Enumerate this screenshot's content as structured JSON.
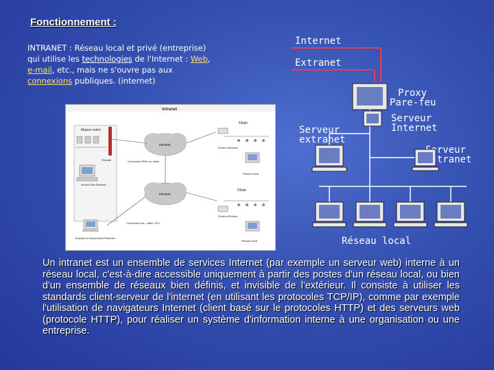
{
  "heading": "Fonctionnement :",
  "intro": {
    "p1": "INTRANET : Réseau local et privé (entreprise) qui utilise les ",
    "l1": "technologies",
    "p2": " de l'Internet : ",
    "l2": "Web",
    "p3": ", ",
    "l3": "e-mail",
    "p4": ", etc., mais ne s'ouvre pas aux ",
    "l4": "connexions",
    "p5": " publiques. (internet)"
  },
  "left_diagram": {
    "title": "Intranet",
    "maison_mere": "Maison mère",
    "firewall": "Firewall",
    "serveur_web": "Serveur Web Windows",
    "intranet_cloud1": "intranet",
    "intranet_cloud2": "intranet",
    "connexion_rnis": "Connexion RNIS ou câble",
    "filiale1": "Filiale",
    "filiale2": "Filiale",
    "routeur1": "Routeur Windows",
    "routeur2": "Routeur Windows",
    "reseau_local1": "Réseau local",
    "reseau_local2": "Réseau local",
    "connexion_dsl": "Connexion DsL, câble, RTC",
    "employe": "Employé en déplacement Partenaire"
  },
  "right_diagram": {
    "internet": "Internet",
    "extranet": "Extranet",
    "proxy": "Proxy",
    "pare_feu": "Pare-feu",
    "serveur_internet_1": "Serveur",
    "serveur_internet_2": "Internet",
    "serveur_extranet_1": "Serveur",
    "serveur_extranet_2": "extranet",
    "serveur_intranet_1": "Serveur",
    "serveur_intranet_2": "intranet",
    "reseau_local": "Réseau local"
  },
  "body_text": "Un intranet est un ensemble de services Internet (par exemple un serveur web) interne à un réseau local, c'est-à-dire accessible uniquement à partir des postes d'un réseau local, ou bien d'un ensemble de réseaux bien définis, et invisible de l'extérieur. Il consiste à utiliser les standards client-serveur de l'internet (en utilisant les protocoles TCP/IP), comme par exemple l'utilisation de navigateurs Internet (client basé sur le protocoles HTTP) et des serveurs web (protocole HTTP), pour réaliser un système d'information interne à une organisation ou une entreprise.",
  "colors": {
    "background": "#3450b0",
    "line_red": "#e04050",
    "line_white": "#ffffff",
    "link_yellow": "#ffe070"
  }
}
